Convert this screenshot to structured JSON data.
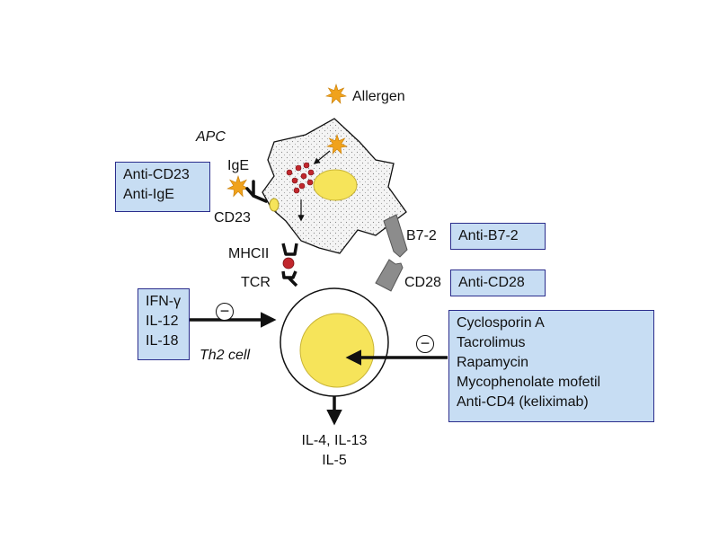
{
  "labels": {
    "allergen": "Allergen",
    "apc": "APC",
    "ige": "IgE",
    "cd23": "CD23",
    "mhcii": "MHCII",
    "tcr": "TCR",
    "b72": "B7-2",
    "cd28": "CD28",
    "th2_cell": "Th2 cell"
  },
  "boxes": {
    "anti_cd23": [
      "Anti-CD23",
      "Anti-IgE"
    ],
    "anti_b72": "Anti-B7-2",
    "anti_cd28": "Anti-CD28",
    "cytokines_in": [
      "IFN-γ",
      "IL-12",
      "IL-18"
    ],
    "drugs": [
      "Cyclosporin A",
      "Tacrolimus",
      "Rapamycin",
      "Mycophenolate mofetil",
      "Anti-CD4 (keliximab)"
    ]
  },
  "inhibition_symbol": "⊖",
  "output_cytokines": [
    "IL-4, IL-13",
    "IL-5"
  ],
  "colors": {
    "box_fill": "#c7ddf3",
    "box_border": "#2b2d8c",
    "allergen": "#f0a21c",
    "nucleus": "#f6e45a",
    "granules": "#c1272d",
    "receptor_gray": "#8c8c8c"
  }
}
